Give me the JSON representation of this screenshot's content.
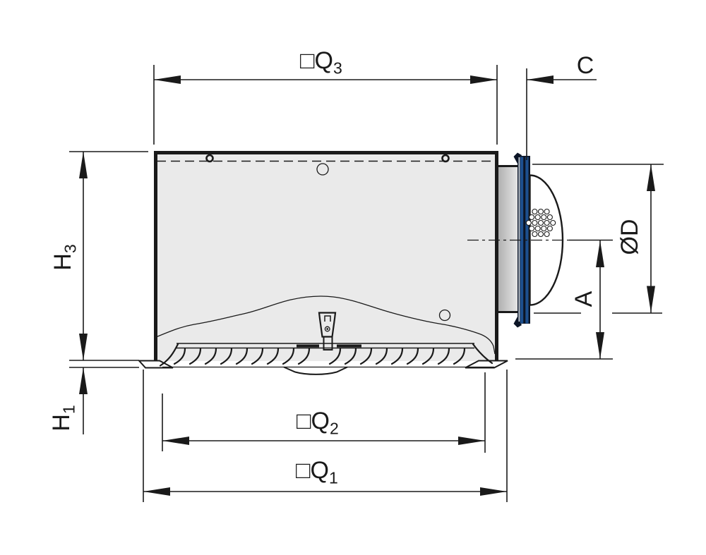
{
  "drawing": {
    "labels": {
      "q3": {
        "base": "□Q",
        "sub": "3"
      },
      "c": {
        "text": "C"
      },
      "h3": {
        "base": "H",
        "sub": "3"
      },
      "h1": {
        "base": "H",
        "sub": "1"
      },
      "q2": {
        "base": "□Q",
        "sub": "2"
      },
      "q1": {
        "base": "□Q",
        "sub": "1"
      },
      "od": {
        "text": "ØD"
      },
      "a": {
        "text": "A"
      }
    },
    "colors": {
      "line": "#1a1a1a",
      "box_fill": "#eaeaea",
      "gasket_blue": "#1d4f8e",
      "gasket_dark": "#0c1526",
      "gasket_light": "#c9d2dd",
      "metal_light": "#e8e8e8",
      "metal_dark": "#b0b0b0"
    }
  }
}
